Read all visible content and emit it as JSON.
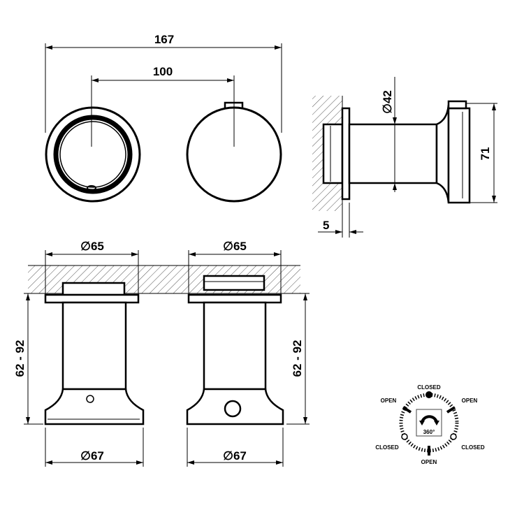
{
  "dimensions": {
    "overall_width": "167",
    "center_distance": "100",
    "knob_diameter": "42",
    "depth": "71",
    "flange_thickness": "5",
    "wall_plate_left": "65",
    "wall_plate_right": "65",
    "base_left": "67",
    "base_right": "67",
    "height_left": "62 - 92",
    "height_right": "62 - 92",
    "diameter_symbol": "∅"
  },
  "rotation_symbol": {
    "top": "CLOSED",
    "upper_left": "OPEN",
    "upper_right": "OPEN",
    "lower_left": "CLOSED",
    "lower_right": "CLOSED",
    "bottom": "OPEN",
    "angle": "360°"
  }
}
